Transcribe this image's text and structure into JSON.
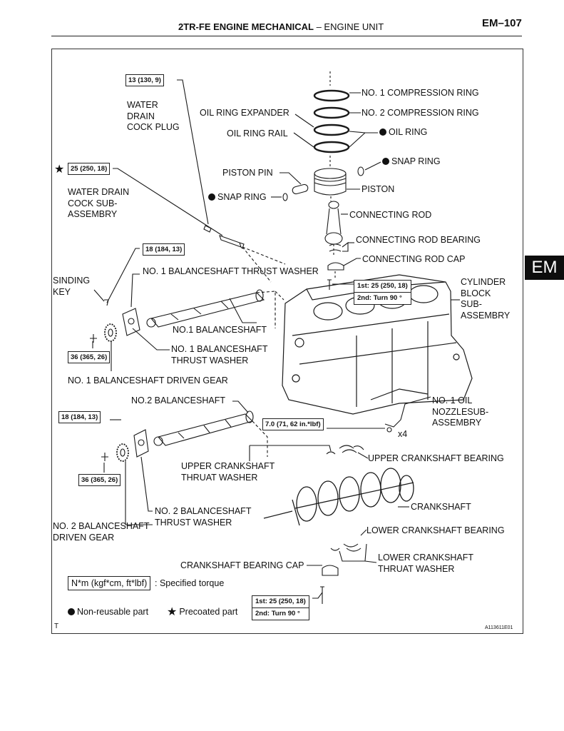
{
  "header": {
    "title_bold": "2TR-FE ENGINE MECHANICAL",
    "title_rest": "–  ENGINE UNIT",
    "page": "EM–107"
  },
  "tab_label": "EM",
  "labels": {
    "no1_comp_ring": "NO. 1 COMPRESSION RING",
    "no2_comp_ring": "NO. 2 COMPRESSION RING",
    "oil_ring_expander": "OIL RING EXPANDER",
    "oil_ring_rail": "OIL RING RAIL",
    "oil_ring": "OIL RING",
    "snap_ring_top": "SNAP RING",
    "piston_pin": "PISTON PIN",
    "snap_ring_left": "SNAP RING",
    "piston": "PISTON",
    "connecting_rod": "CONNECTING ROD",
    "conrod_bearing": "CONNECTING ROD BEARING",
    "conrod_cap": "CONNECTING ROD CAP",
    "water_drain_plug": "WATER\nDRAIN\nCOCK PLUG",
    "water_drain_sub": "WATER DRAIN\nCOCK SUB-\nASSEMBRY",
    "sinding_key": "SINDING\nKEY",
    "no1_thrust_washer_top": "NO. 1 BALANCESHAFT THRUST WASHER",
    "no1_balanceshaft": "NO.1 BALANCESHAFT",
    "no1_thrust_washer": "NO. 1 BALANCESHAFT\nTHRUST WASHER",
    "no1_driven_gear": "NO. 1 BALANCESHAFT DRIVEN GEAR",
    "cylinder_block": "CYLINDER\nBLOCK\nSUB-\nASSEMBRY",
    "no2_balanceshaft": "NO.2 BALANCESHAFT",
    "no1_oil_nozzle": "NO. 1 OIL\nNOZZLESUB-\nASSEMBRY",
    "x4": "x4",
    "upper_crank_bearing": "UPPER CRANKSHAFT BEARING",
    "upper_crank_washer": "UPPER CRANKSHAFT\nTHRUAT WASHER",
    "crankshaft": "CRANKSHAFT",
    "no2_thrust_washer": "NO. 2 BALANCESHAFT\nTHRUST WASHER",
    "no2_driven_gear": "NO. 2 BALANCESHAFT\nDRIVEN GEAR",
    "lower_crank_bearing": "LOWER CRANKSHAFT BEARING",
    "lower_crank_washer": "LOWER CRANKSHAFT\nTHRUAT WASHER",
    "crank_bearing_cap": "CRANKSHAFT BEARING CAP"
  },
  "torques": {
    "t_13": "13 (130, 9)",
    "t_25": "25 (250, 18)",
    "t_18a": "18 (184, 13)",
    "t_36a": "36 (365, 26)",
    "t_18b": "18 (184, 13)",
    "t_36b": "36 (365, 26)",
    "t_70": "7.0 (71, 62 in.*lbf)",
    "rod_step1": "1st: 25 (250, 18)",
    "rod_step2": "2nd: Turn 90 °",
    "cap_step1": "1st: 25 (250, 18)",
    "cap_step2": "2nd: Turn 90 °"
  },
  "legend": {
    "unit_box": "N*m (kgf*cm, ft*lbf)",
    "unit_text": ": Specified torque",
    "non_reusable": "Non-reusable part",
    "precoated": "Precoated part"
  },
  "footer": {
    "left": "T",
    "code": "A113611E01"
  }
}
